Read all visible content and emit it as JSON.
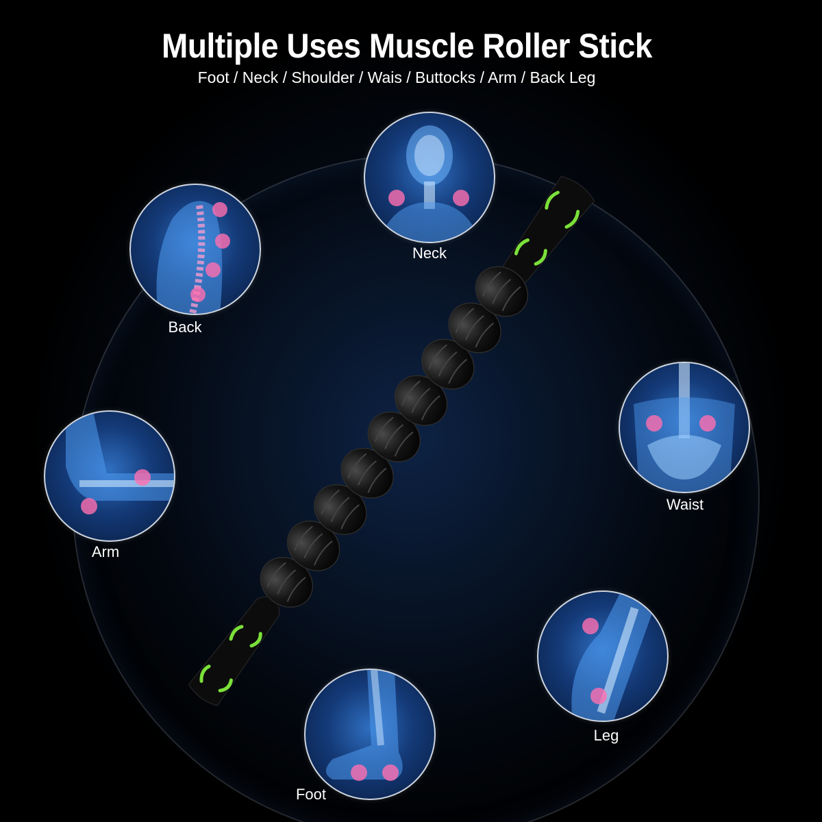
{
  "title": "Multiple Uses Muscle Roller Stick",
  "subtitle": "Foot / Neck / Shoulder / Wais / Buttocks / Arm / Back Leg",
  "accent_color": "#7be03a",
  "highlight_color": "#ff6fb0",
  "areas": [
    {
      "id": "neck",
      "label": "Neck",
      "icon": "neck-xray-icon"
    },
    {
      "id": "back",
      "label": "Back",
      "icon": "back-xray-icon"
    },
    {
      "id": "waist",
      "label": "Waist",
      "icon": "waist-xray-icon"
    },
    {
      "id": "arm",
      "label": "Arm",
      "icon": "arm-xray-icon"
    },
    {
      "id": "leg",
      "label": "Leg",
      "icon": "leg-xray-icon"
    },
    {
      "id": "foot",
      "label": "Foot",
      "icon": "foot-xray-icon"
    }
  ]
}
